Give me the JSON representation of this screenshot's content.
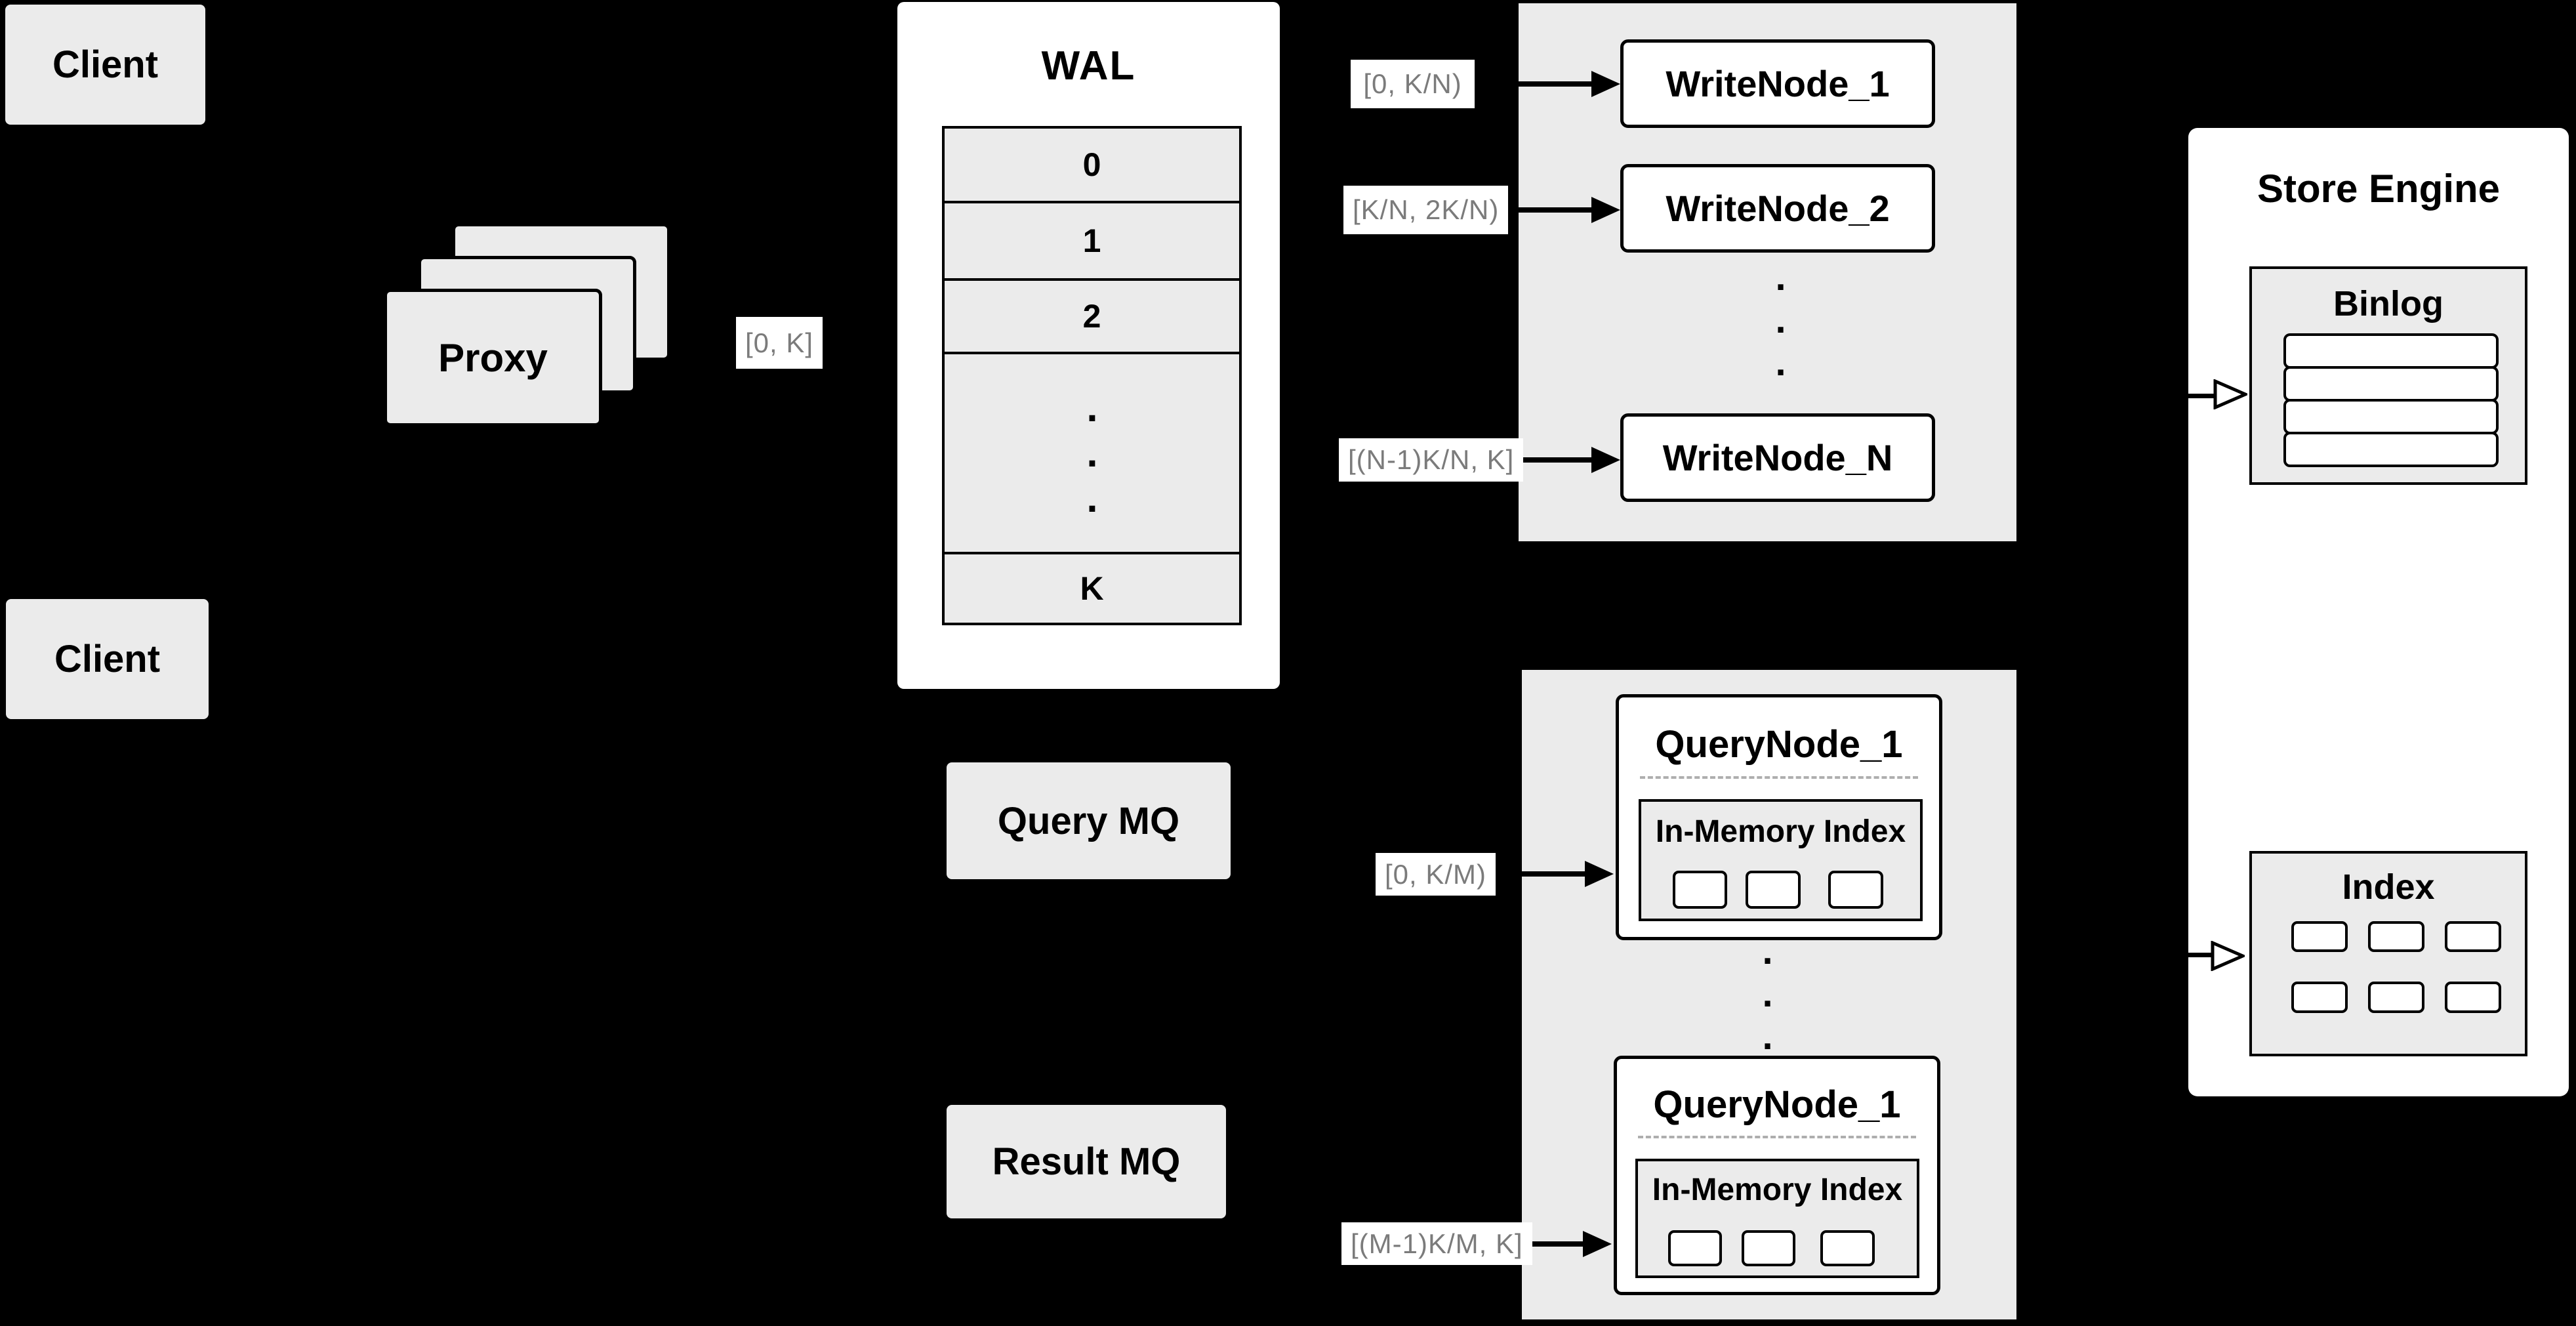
{
  "colors": {
    "background": "#000000",
    "panel": "#ebebeb",
    "box_gray": "#ebebeb",
    "box_white": "#ffffff",
    "stroke": "#000000",
    "label_text": "#7b7b7b",
    "dash": "#aeaeae"
  },
  "clients": {
    "top": "Client",
    "bottom": "Client"
  },
  "proxy": {
    "label": "Proxy"
  },
  "edge_labels": {
    "proxy_to_wal": "[0, K]",
    "write_1": "[0,  K/N)",
    "write_2": "[K/N, 2K/N)",
    "write_n": "[(N-1)K/N,  K]",
    "query_1": "[0, K/M)",
    "query_2": "[(M-1)K/M, K]"
  },
  "wal": {
    "title": "WAL",
    "rows": [
      "0",
      "1",
      "2",
      "K"
    ],
    "ellipsis": "..."
  },
  "write_nodes": {
    "node_1": "WriteNode_1",
    "node_2": "WriteNode_2",
    "node_n": "WriteNode_N",
    "ellipsis": "..."
  },
  "query_nodes": {
    "node_top": "QueryNode_1",
    "node_bottom": "QueryNode_1",
    "in_memory_top": "In-Memory Index",
    "in_memory_bottom": "In-Memory Index",
    "ellipsis": "..."
  },
  "mq": {
    "query": "Query MQ",
    "result": "Result MQ"
  },
  "store_engine": {
    "title": "Store Engine",
    "binlog": "Binlog",
    "index": "Index"
  }
}
